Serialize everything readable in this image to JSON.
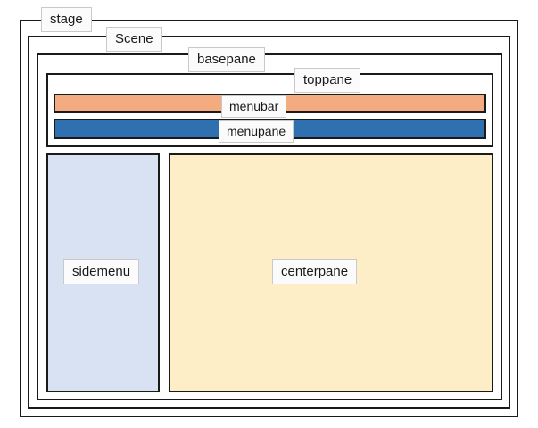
{
  "diagram": {
    "title": "javafx-scene-graph-layout-nesting",
    "type": "nested-container-diagram",
    "background_color": "#ffffff",
    "border_color": "#1a1a1a",
    "label_background_color": "#fbfbfb",
    "label_border_color": "#c9c9c9"
  },
  "frames": [
    {
      "id": "stage",
      "label": "stage",
      "level": 1,
      "filled": false,
      "fill_color": ""
    },
    {
      "id": "scene",
      "label": "Scene",
      "level": 2,
      "filled": false,
      "fill_color": ""
    },
    {
      "id": "basepane",
      "label": "basepane",
      "level": 3,
      "filled": false,
      "fill_color": ""
    },
    {
      "id": "toppane",
      "label": "toppane",
      "level": 4,
      "filled": false,
      "fill_color": ""
    }
  ],
  "panes": [
    {
      "id": "menubar",
      "label": "menubar",
      "fill_color": "#f4ab7f",
      "parent": "toppane"
    },
    {
      "id": "menupane",
      "label": "menupane",
      "fill_color": "#2e70b0",
      "parent": "toppane"
    },
    {
      "id": "sidemenu",
      "label": "sidemenu",
      "fill_color": "#d9e2f3",
      "parent": "basepane"
    },
    {
      "id": "centerpane",
      "label": "centerpane",
      "fill_color": "#fdeec8",
      "parent": "basepane"
    }
  ]
}
